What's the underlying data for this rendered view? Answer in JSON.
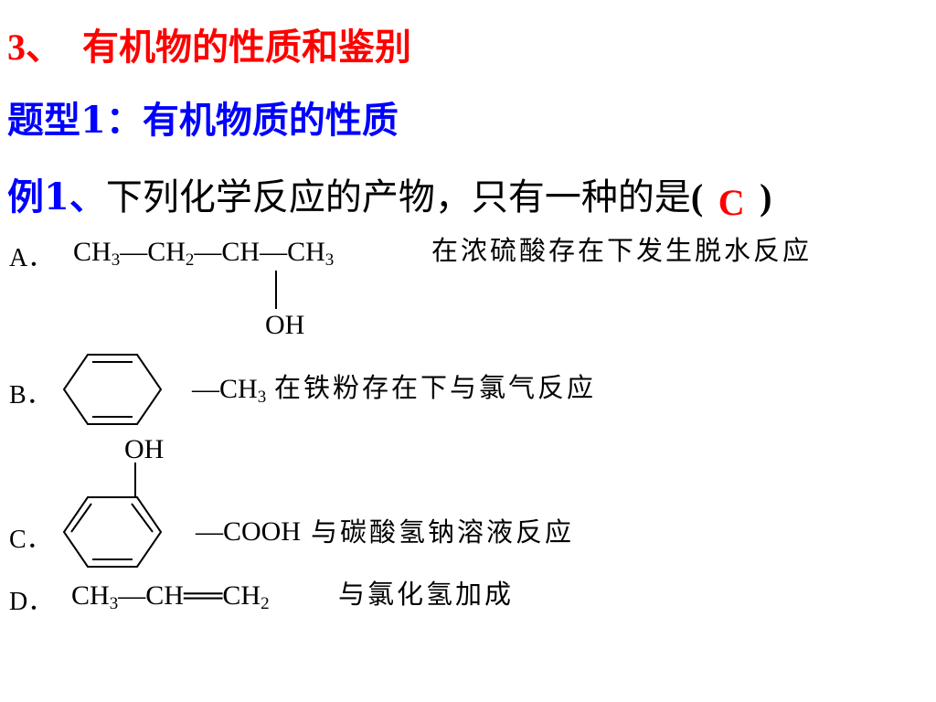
{
  "title": {
    "number": "3、",
    "text": "有机物的性质和鉴别"
  },
  "subtitle": {
    "text": "题型1：有机物质的性质"
  },
  "example": {
    "lead": "例1、",
    "question": "下列化学反应的产物，只有一种的是",
    "paren_open": "(",
    "answer": "C",
    "paren_close": ")"
  },
  "options": {
    "a": {
      "label": "A．",
      "ch3_left": "CH",
      "ch3_left_sub": "3",
      "dash1": "—",
      "ch2": "CH",
      "ch2_sub": "2",
      "dash2": "—",
      "ch": "CH",
      "dash3": "—",
      "ch3_right": "CH",
      "ch3_right_sub": "3",
      "oh": "OH",
      "description": "在浓硫酸存在下发生脱水反应"
    },
    "b": {
      "label": "B．",
      "substituent": "—CH",
      "substituent_sub": "3",
      "description": "在铁粉存在下与氯气反应"
    },
    "c": {
      "label": "C．",
      "oh": "OH",
      "substituent": "—COOH",
      "description": "与碳酸氢钠溶液反应"
    },
    "d": {
      "label": "D．",
      "ch3": "CH",
      "ch3_sub": "3",
      "single_bond": "—",
      "ch": "CH",
      "double_bond": "══",
      "ch2": "CH",
      "ch2_sub": "2",
      "description": "与氯化氢加成"
    }
  },
  "colors": {
    "title": "#ff0000",
    "subtitle": "#0000ff",
    "lead": "#0000ff",
    "answer": "#ff0000",
    "text": "#000000"
  }
}
